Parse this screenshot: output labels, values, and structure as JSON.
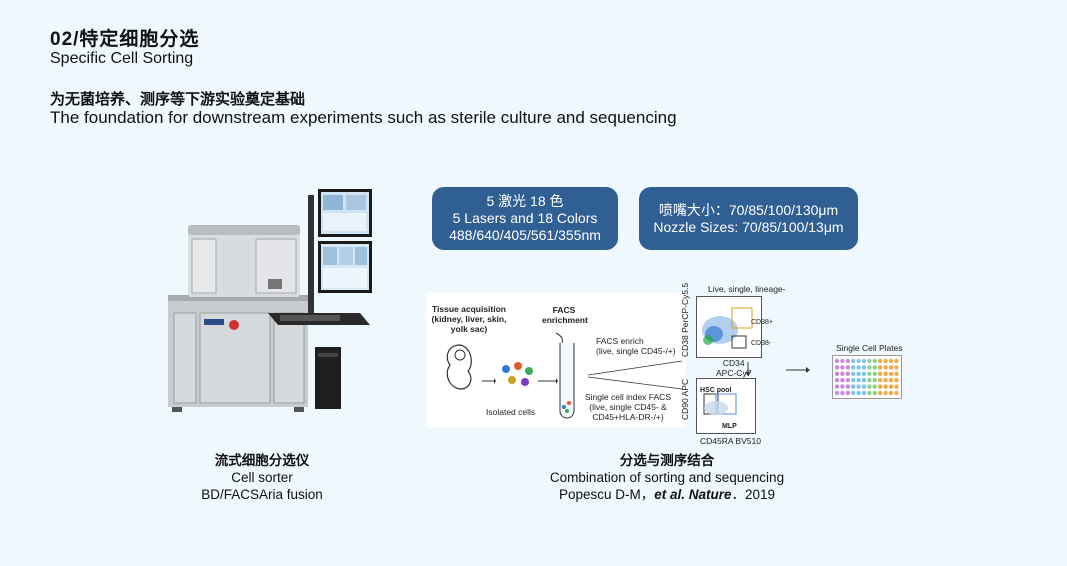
{
  "header": {
    "title": "02/特定细胞分选",
    "subtitle": "Specific Cell Sorting",
    "tagline_cn": "为无菌培养、测序等下游实验奠定基础",
    "tagline_en": "The foundation for downstream experiments such as sterile culture and sequencing"
  },
  "specs": {
    "lasers_cn": "5 激光 18 色",
    "lasers_en": "5 Lasers and 18 Colors",
    "wavelengths": "488/640/405/561/355nm",
    "nozzle_cn": "喷嘴大小：70/85/100/130μm",
    "nozzle_en": "Nozzle Sizes: 70/85/100/13μm"
  },
  "left_caption": {
    "cn": "流式细胞分选仪",
    "en": "Cell sorter",
    "model": "BD/FACSAria fusion"
  },
  "right_caption": {
    "cn": "分选与测序结合",
    "en": "Combination of sorting and sequencing",
    "citation_pre": "Popescu D-M，",
    "citation_journal": "et al. Nature",
    "citation_year": "．2019"
  },
  "workflow": {
    "tissue_title": "Tissue acquisition",
    "tissue_sub1": "(kidney, liver, skin,",
    "tissue_sub2": "yolk sac)",
    "isolated": "Isolated cells",
    "facs_title": "FACS",
    "facs_sub": "enrichment",
    "enrich1": "FACS enrich",
    "enrich2": "(live, single CD45-/+)",
    "index1": "Single cell index FACS",
    "index2": "(live, single CD45- &",
    "index3": "CD45+HLA-DR-/+)",
    "gate_title": "Live, single, lineage-",
    "y_axis1": "CD38 PerCP-Cy5.5",
    "cd38p": "CD38+",
    "cd38n": "CD38-",
    "x_axis1a": "CD34",
    "x_axis1b": "APC-Cy7",
    "y_axis2": "CD90 APC",
    "hsc": "HSC pool",
    "mlp": "MLP",
    "x_axis2": "CD45RA BV510",
    "plates": "Single Cell Plates"
  },
  "colors": {
    "accent": "#2f5f93",
    "background": "#eef8fd"
  }
}
